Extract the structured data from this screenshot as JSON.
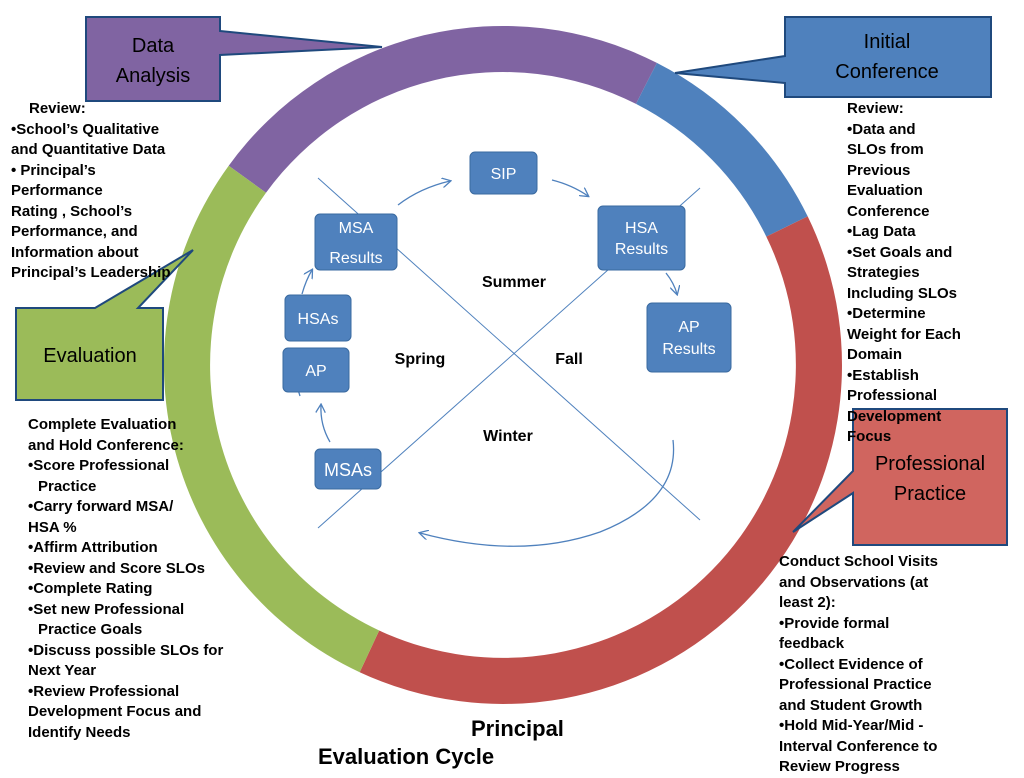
{
  "phases": {
    "data_analysis": "Data Analysis",
    "initial_conference": "Initial Conference",
    "professional_practice": "Professional Practice",
    "evaluation": "Evaluation"
  },
  "seasons": {
    "summer": "Summer",
    "fall": "Fall",
    "winter": "Winter",
    "spring": "Spring"
  },
  "boxes": {
    "sip": "SIP",
    "msa_results": "MSA Results",
    "hsa_results": "HSA Results",
    "ap_results": "AP Results",
    "hsas": "HSAs",
    "ap": "AP",
    "msas": "MSAs"
  },
  "data_analysis_text": {
    "heading": "Review:",
    "lines": [
      "•School’s Qualitative",
      "and Quantitative Data",
      "• Principal’s",
      "Performance",
      "Rating , School’s",
      "Performance, and",
      "Information about",
      "Principal’s Leadership"
    ]
  },
  "initial_conference_text": {
    "lines": [
      "Review:",
      "•Data and",
      "SLOs from",
      "Previous",
      "Evaluation",
      "Conference",
      "•Lag Data",
      "•Set Goals and",
      "Strategies",
      "Including SLOs",
      "•Determine",
      "Weight for Each",
      "Domain",
      "•Establish",
      "Professional",
      "Development",
      "Focus"
    ]
  },
  "evaluation_text": {
    "lines": [
      "Complete Evaluation",
      "and Hold Conference:",
      "•Score  Professional",
      "Practice",
      "•Carry forward MSA/",
      "HSA %",
      "•Affirm Attribution",
      "•Review and Score SLOs",
      "•Complete Rating",
      "•Set new Professional",
      "Practice Goals",
      "•Discuss possible SLOs for",
      "Next Year",
      "•Review Professional",
      "Development Focus and",
      "Identify Needs"
    ]
  },
  "professional_practice_text": {
    "lines": [
      "Conduct School Visits",
      "and Observations (at",
      "least 2):",
      "•Provide formal",
      "feedback",
      "•Collect Evidence of",
      "Professional Practice",
      "and Student Growth",
      "•Hold Mid-Year/Mid -",
      "Interval Conference to",
      "Review Progress"
    ]
  },
  "title": {
    "line1": "Principal",
    "line2": "Evaluation Cycle"
  },
  "colors": {
    "purple": "#8064a2",
    "blue": "#4f81bd",
    "red": "#c0504d",
    "green": "#9bbb59",
    "box_blue": "#4f81bd",
    "pp_callout": "#d0655f"
  }
}
